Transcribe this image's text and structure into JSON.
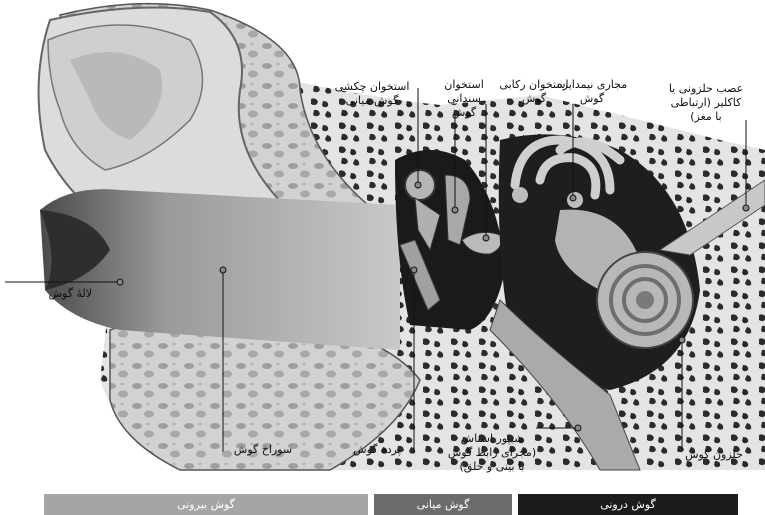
{
  "labels": {
    "pinna": "لالهٔ گوش",
    "ear_canal": "سوراخ گوش",
    "eardrum": "پرده گوش",
    "malleus": "استخوان چکشی\nگوش میانی",
    "incus": "استخوان\nسندانی\nگوش",
    "stapes": "استخوان رکابی\nگوش",
    "semicircular_canals": "مجاری نیمدایره\nگوش",
    "cochlear_nerve": "عصب حلزونی یا\nکاکلیر (ارتباطی\nبا مغز)",
    "eustachian_tube": "شیپور استاش\n(مجرای رابط گوش\nبا بینی و حلق)",
    "cochlea": "حلزون گوش"
  },
  "sections": {
    "outer_ear": "گوش بیرونی",
    "middle_ear": "گوش میانی",
    "inner_ear": "گوش درونی"
  },
  "colors": {
    "outer_ear_bar": "#a5a5a5",
    "middle_ear_bar": "#6b6b6b",
    "inner_ear_bar": "#1c1c1c"
  }
}
